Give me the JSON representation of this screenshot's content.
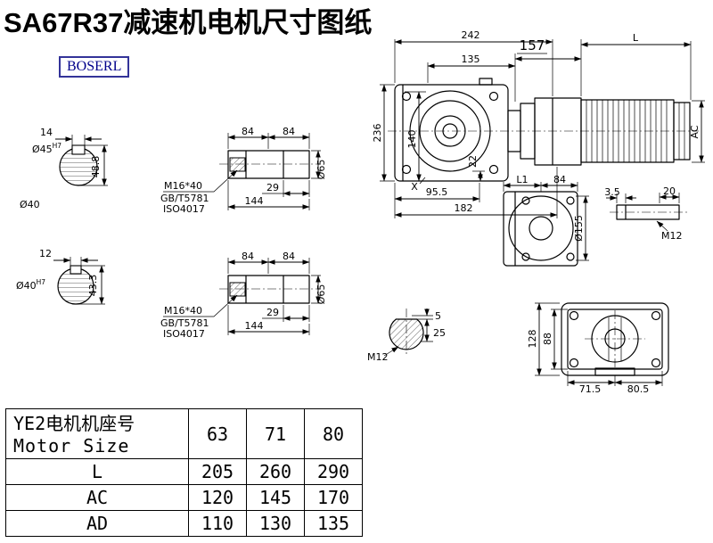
{
  "header": {
    "title": "SA67R37减速机电机尺寸图纸",
    "brand": "BOSERL"
  },
  "colors": {
    "ink": "#000000",
    "brand_text": "#00008b",
    "brand_border": "#333399"
  },
  "views": {
    "shaft45": {
      "width": "14",
      "dia": "Ø45",
      "tol": "H7",
      "height": "48.8",
      "body_dia": "Ø40"
    },
    "shaft40": {
      "width": "12",
      "dia": "Ø40",
      "tol": "H7",
      "height": "43.3"
    },
    "shaft_detail": {
      "seg1": "84",
      "seg2": "84",
      "bolt": "M16*40",
      "std1": "GB/T5781",
      "std2": "ISO4017",
      "thread_len": "29",
      "total_len": "144",
      "dia": "Ø65"
    },
    "main": {
      "width": "242",
      "flange": "135",
      "adapter": "157",
      "motor_len": "L",
      "height": "236",
      "axis_height": "140",
      "foot": "22",
      "motor_dia": "AC",
      "dim1": "95.5",
      "dim2": "182",
      "ref": "X"
    },
    "side": {
      "l1": "L1",
      "w": "84",
      "flange_dia": "Ø155",
      "key_offset": "3.5",
      "key_len": "20",
      "thread": "M12"
    },
    "key_section": {
      "depth": "5",
      "width": "25",
      "thread": "M12"
    },
    "rear": {
      "height": "128",
      "inner": "88",
      "foot1": "71.5",
      "foot2": "80.5"
    }
  },
  "table": {
    "header": {
      "cn": "YE2电机机座号",
      "en": "Motor Size"
    },
    "columns": [
      "63",
      "71",
      "80"
    ],
    "rows": [
      {
        "label": "L",
        "values": [
          "205",
          "260",
          "290"
        ]
      },
      {
        "label": "AC",
        "values": [
          "120",
          "145",
          "170"
        ]
      },
      {
        "label": "AD",
        "values": [
          "110",
          "130",
          "135"
        ]
      }
    ]
  }
}
